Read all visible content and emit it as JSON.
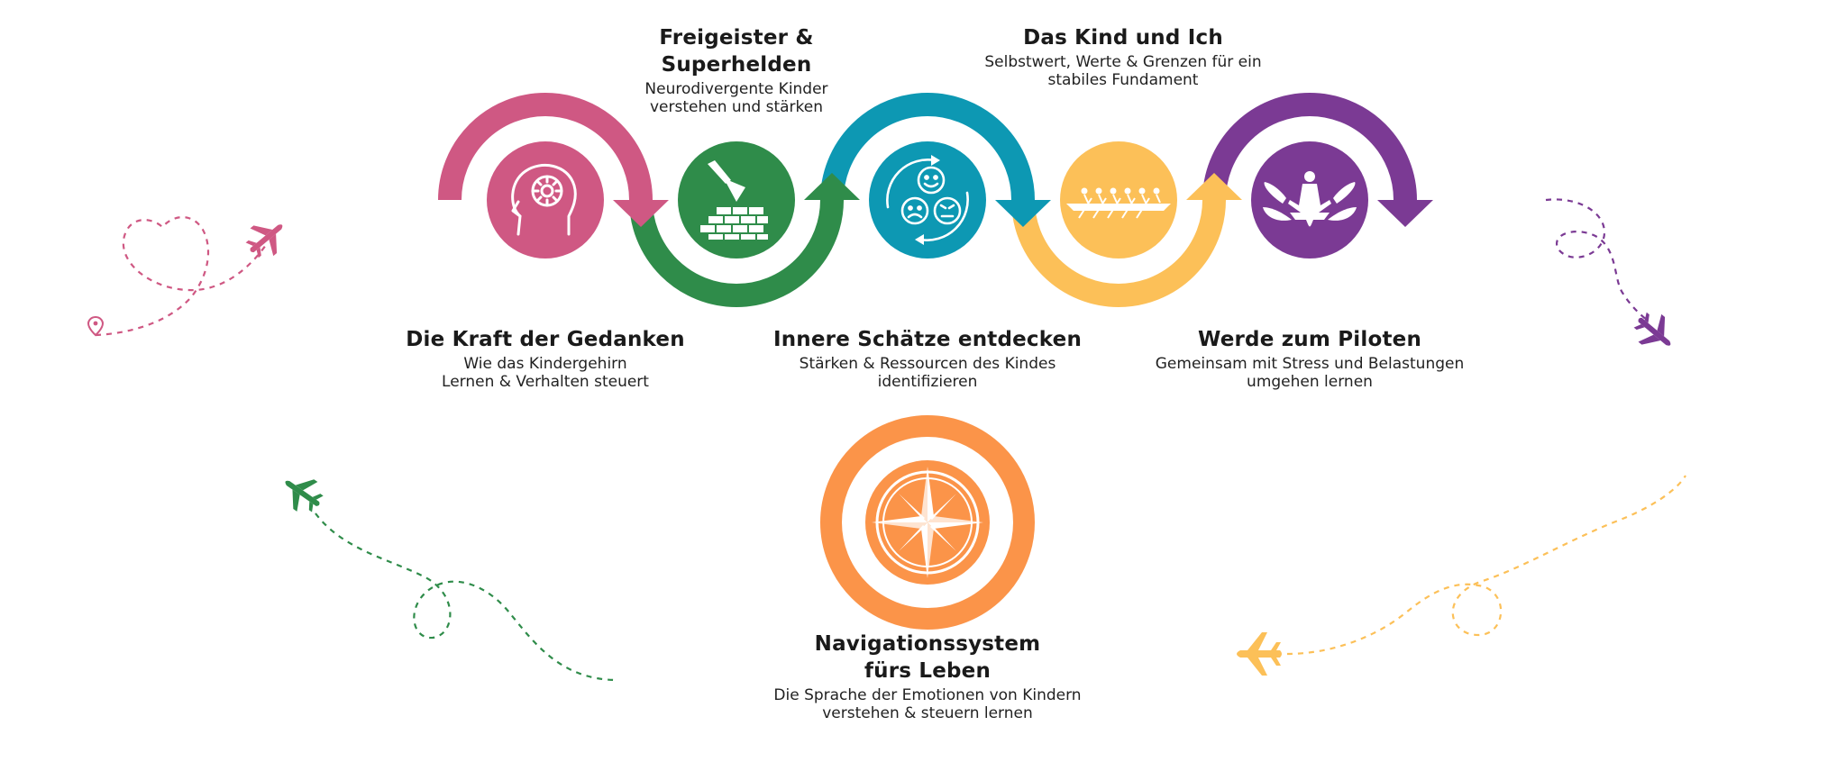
{
  "colors": {
    "pink": "#cf5883",
    "green": "#2f8c4a",
    "teal": "#0d98b3",
    "yellow": "#fcc058",
    "purple": "#7b3a94",
    "orange": "#fb9449"
  },
  "steps": [
    {
      "title": "Die Kraft der Gedanken",
      "line1": "Wie das Kindergehirn",
      "line2": "Lernen & Verhalten steuert",
      "icon": "brain-head-icon"
    },
    {
      "title": "Freigeister & Superhelden",
      "line1": "Neurodivergente Kinder",
      "line2": "verstehen und stärken",
      "icon": "trowel-bricks-icon"
    },
    {
      "title": "Innere Schätze entdecken",
      "line1": "Stärken & Ressourcen des Kindes",
      "line2": "identifizieren",
      "icon": "emotions-faces-icon"
    },
    {
      "title": "Das Kind und Ich",
      "line1": "Selbstwert, Werte & Grenzen für ein",
      "line2": "stabiles Fundament",
      "icon": "rowing-team-icon"
    },
    {
      "title": "Werde zum Piloten",
      "line1": "Gemeinsam mit Stress und Belastungen",
      "line2": "umgehen lernen",
      "icon": "meditation-lotus-icon"
    }
  ],
  "center": {
    "title_line1": "Navigationssystem",
    "title_line2": "fürs Leben",
    "line1": "Die Sprache der Emotionen von Kindern",
    "line2": "verstehen & steuern lernen",
    "icon": "compass-rose-icon"
  }
}
